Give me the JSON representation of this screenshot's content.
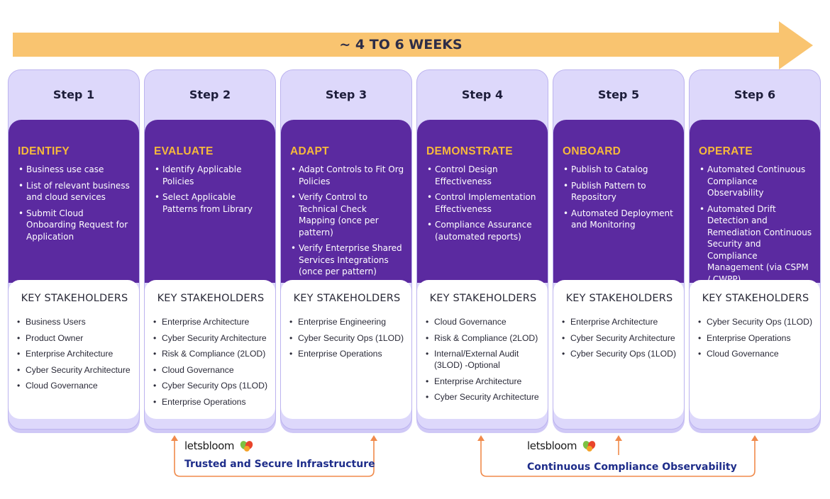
{
  "timeline": {
    "label": "~ 4 TO 6 WEEKS",
    "color": "#f9c470"
  },
  "colors": {
    "column_bg": "#ddd8fb",
    "phase_bg": "#5b2aa0",
    "phase_title": "#f6b93b",
    "connector": "#f08a4b",
    "caption": "#1e2d8a"
  },
  "steps": [
    {
      "step": "Step 1",
      "phase": "IDENTIFY",
      "items": [
        "Business use case",
        "List of relevant business and cloud services",
        "Submit Cloud Onboarding Request for Application"
      ],
      "stakeholders_title": "KEY STAKEHOLDERS",
      "stakeholders": [
        "Business Users",
        "Product Owner",
        "Enterprise Architecture",
        "Cyber Security Architecture",
        "Cloud Governance"
      ]
    },
    {
      "step": "Step 2",
      "phase": "EVALUATE",
      "items": [
        "Identify Applicable Policies",
        "Select Applicable Patterns from Library"
      ],
      "stakeholders_title": "KEY STAKEHOLDERS",
      "stakeholders": [
        "Enterprise Architecture",
        "Cyber Security Architecture",
        "Risk & Compliance (2LOD)",
        "Cloud Governance",
        "Cyber Security Ops (1LOD)",
        "Enterprise Operations"
      ]
    },
    {
      "step": "Step 3",
      "phase": "ADAPT",
      "items": [
        "Adapt Controls to Fit Org Policies",
        "Verify Control to Technical Check Mapping (once per pattern)",
        "Verify Enterprise Shared Services Integrations (once per pattern)"
      ],
      "stakeholders_title": "KEY STAKEHOLDERS",
      "stakeholders": [
        "Enterprise Engineering",
        "Cyber Security Ops (1LOD)",
        "Enterprise Operations"
      ]
    },
    {
      "step": "Step 4",
      "phase": "DEMONSTRATE",
      "items": [
        "Control Design Effectiveness",
        "Control Implementation Effectiveness",
        "Compliance Assurance (automated reports)"
      ],
      "stakeholders_title": "KEY STAKEHOLDERS",
      "stakeholders": [
        "Cloud Governance",
        "Risk & Compliance (2LOD)",
        "Internal/External Audit (3LOD) -Optional",
        "Enterprise Architecture",
        "Cyber Security Architecture"
      ]
    },
    {
      "step": "Step 5",
      "phase": "ONBOARD",
      "items": [
        "Publish to Catalog",
        "Publish Pattern to Repository",
        "Automated Deployment and Monitoring"
      ],
      "stakeholders_title": "KEY STAKEHOLDERS",
      "stakeholders": [
        "Enterprise Architecture",
        "Cyber Security Architecture",
        "Cyber Security Ops (1LOD)"
      ]
    },
    {
      "step": "Step 6",
      "phase": "OPERATE",
      "items": [
        "Automated Continuous Compliance Observability",
        "Automated Drift Detection and Remediation Continuous Security and Compliance Management (via CSPM / CWPP)"
      ],
      "stakeholders_title": "KEY STAKEHOLDERS",
      "stakeholders": [
        "Cyber Security Ops (1LOD)",
        "Enterprise Operations",
        "Cloud Governance"
      ]
    }
  ],
  "groups": [
    {
      "brand": "letsbloom",
      "caption": "Trusted and Secure Infrastructure"
    },
    {
      "brand": "letsbloom",
      "caption": "Continuous Compliance Observability"
    }
  ]
}
